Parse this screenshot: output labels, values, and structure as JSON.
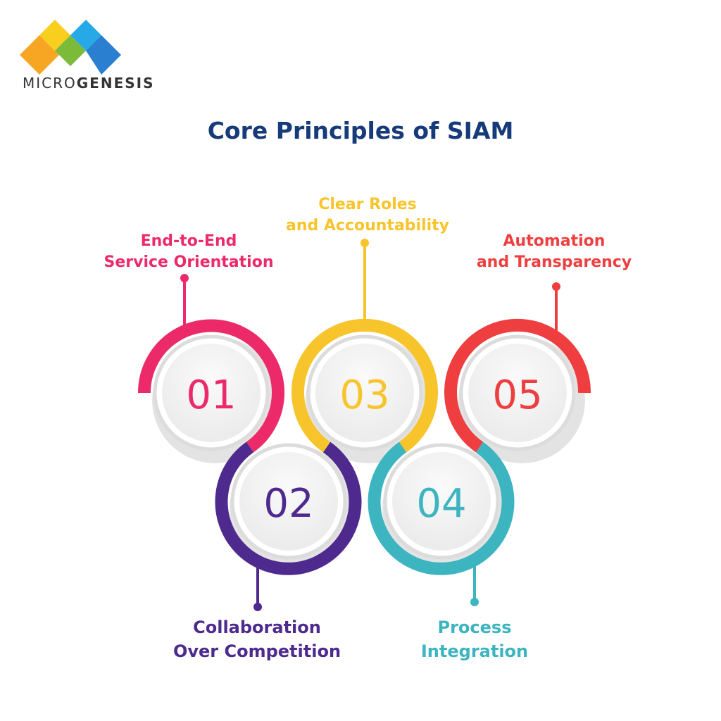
{
  "logo": {
    "part1": "MICRO",
    "part2": "GENESIS"
  },
  "title": "Core Principles of SIAM",
  "colors": {
    "pink": "#ec2a6a",
    "purple": "#4e2a8e",
    "yellow": "#f8c42c",
    "teal": "#3cb5c0",
    "red": "#ef3e3f",
    "title": "#163a7a"
  },
  "steps": [
    {
      "number": "01",
      "line1": "End-to-End",
      "line2": "Service Orientation"
    },
    {
      "number": "02",
      "line1": "Collaboration",
      "line2": "Over Competition"
    },
    {
      "number": "03",
      "line1": "Clear Roles",
      "line2": "and Accountability"
    },
    {
      "number": "04",
      "line1": "Process",
      "line2": "Integration"
    },
    {
      "number": "05",
      "line1": "Automation",
      "line2": "and Transparency"
    }
  ]
}
